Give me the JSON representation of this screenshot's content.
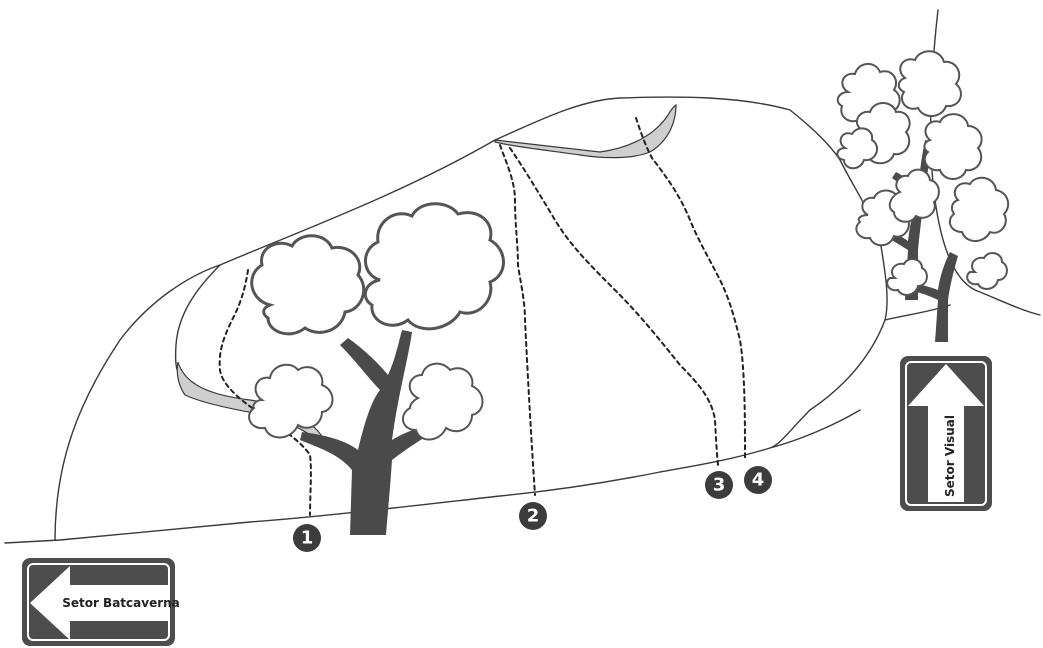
{
  "routes": [
    {
      "number": "1"
    },
    {
      "number": "2"
    },
    {
      "number": "3"
    },
    {
      "number": "4"
    }
  ],
  "signs": {
    "left": {
      "label": "Setor Batcaverna",
      "direction": "left"
    },
    "right": {
      "label": "Setor Visual",
      "direction": "up"
    }
  },
  "colors": {
    "outline": "#3a3a3a",
    "ledge": "#cfcfcf",
    "tree_trunk": "#4a4a4a",
    "badge": "#3c3c3c",
    "sign": "#4d4d4d"
  }
}
